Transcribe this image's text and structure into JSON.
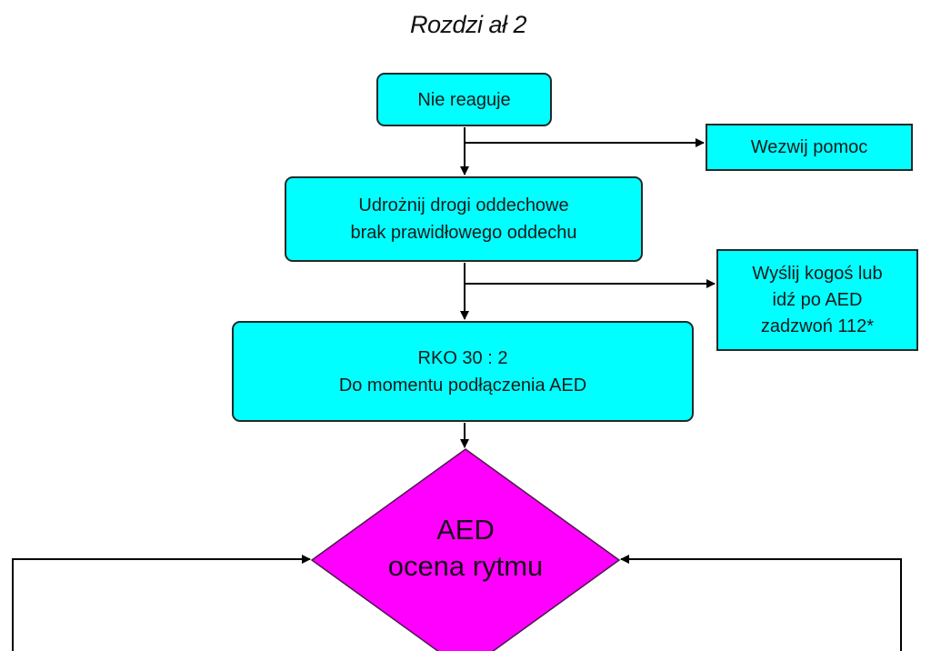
{
  "header": {
    "chapter": "Rozdzi ał 2"
  },
  "flowchart": {
    "nodes": {
      "unresponsive": {
        "text": "Nie reaguje"
      },
      "call_help": {
        "text": "Wezwij pomoc"
      },
      "airway": {
        "lines": [
          "Udrożnij drogi oddechowe",
          "brak prawidłowego oddechu"
        ]
      },
      "send_aed": {
        "lines": [
          "Wyślij kogoś lub",
          "idź po AED",
          "zadzwoń 112*"
        ]
      },
      "cpr": {
        "lines": [
          "RKO 30 : 2",
          "Do momentu podłączenia AED"
        ]
      },
      "aed_decision": {
        "lines": [
          "AED",
          "ocena rytmu"
        ]
      }
    },
    "colors": {
      "process_fill": "#00ffff",
      "decision_fill": "#ff00ff",
      "border": "#1f2a2a",
      "connector": "#000000"
    }
  }
}
